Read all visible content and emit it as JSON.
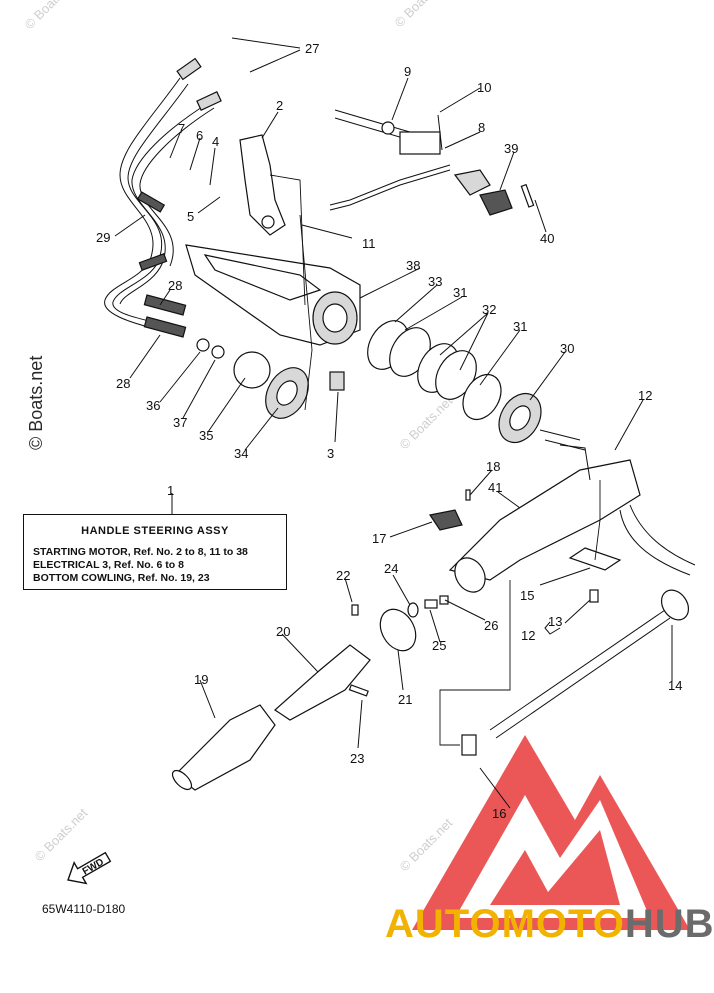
{
  "callouts": [
    "1",
    "2",
    "3",
    "4",
    "5",
    "6",
    "7",
    "8",
    "9",
    "10",
    "11",
    "12",
    "12",
    "13",
    "14",
    "15",
    "16",
    "17",
    "18",
    "19",
    "20",
    "21",
    "22",
    "23",
    "24",
    "25",
    "26",
    "27",
    "28",
    "28",
    "29",
    "30",
    "31",
    "31",
    "32",
    "33",
    "34",
    "35",
    "36",
    "37",
    "38",
    "39",
    "40",
    "41"
  ],
  "reference_box": {
    "title": "HANDLE STEERING ASSY",
    "lines": [
      "STARTING MOTOR,  Ref. No. 2 to 8, 11 to 38",
      "ELECTRICAL 3,  Ref. No. 6 to 8",
      "BOTTOM COWLING,  Ref. No. 19, 23"
    ]
  },
  "fwd_label": "FWD",
  "diagram_code": "65W4110-D180",
  "watermark": "© Boats.net",
  "brand": {
    "part1": "AUTOMOTO",
    "part2": "HUB",
    "color1": "#f2b200",
    "color2": "#6b6b6b",
    "logo_color": "#e83a3a"
  }
}
